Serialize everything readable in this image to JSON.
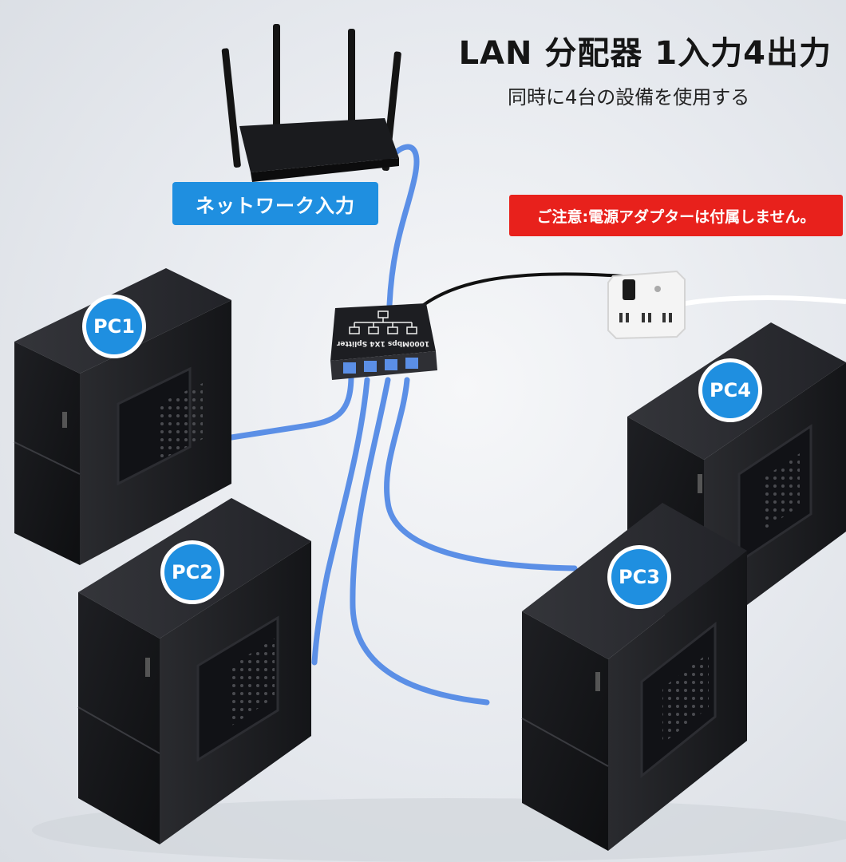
{
  "title": "LAN 分配器 1入力4出力",
  "subtitle": "同時に4台の設備を使用する",
  "network_input_label": "ネットワーク入力",
  "notice": "ご注意:電源アダプターは付属しません。",
  "splitter_label": "1000Mbps 1X4 Splitter",
  "pcs": [
    {
      "label": "PC1"
    },
    {
      "label": "PC2"
    },
    {
      "label": "PC3"
    },
    {
      "label": "PC4"
    }
  ],
  "colors": {
    "accent_blue": "#1f8fe0",
    "notice_red": "#e8211c",
    "cable_blue": "#5b8fe6",
    "device_black": "#1b1c1f"
  }
}
